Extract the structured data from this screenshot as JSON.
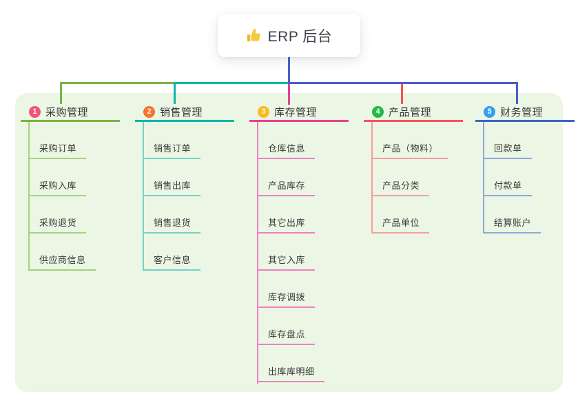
{
  "root": {
    "icon": "thumbs-up-icon",
    "title": "ERP 后台"
  },
  "branches": [
    {
      "badge": "1",
      "label": "采购管理",
      "badge_color": "#F25570",
      "line_color": "#7CB342",
      "child_line_color": "#A6D27E",
      "children": [
        "采购订单",
        "采购入库",
        "采购退货",
        "供应商信息"
      ]
    },
    {
      "badge": "2",
      "label": "销售管理",
      "badge_color": "#F77329",
      "line_color": "#10B5A8",
      "child_line_color": "#74D2C8",
      "children": [
        "销售订单",
        "销售出库",
        "销售退货",
        "客户信息"
      ]
    },
    {
      "badge": "3",
      "label": "库存管理",
      "badge_color": "#FBBB1C",
      "line_color": "#E5418F",
      "child_line_color": "#F080BE",
      "children": [
        "仓库信息",
        "产品库存",
        "其它出库",
        "其它入库",
        "库存调拨",
        "库存盘点",
        "出库库明细"
      ]
    },
    {
      "badge": "4",
      "label": "产品管理",
      "badge_color": "#23B946",
      "line_color": "#F75353",
      "child_line_color": "#F89D9D",
      "children": [
        "产品（物料）",
        "产品分类",
        "产品单位"
      ]
    },
    {
      "badge": "5",
      "label": "财务管理",
      "badge_color": "#30A0F5",
      "line_color": "#3E63C8",
      "child_line_color": "#8FA6DB",
      "children": [
        "回款单",
        "付款单",
        "结算账户"
      ]
    }
  ],
  "connector": {
    "stem_color": "#4A60C8"
  },
  "panel": {
    "background": "#EBF6E4"
  }
}
